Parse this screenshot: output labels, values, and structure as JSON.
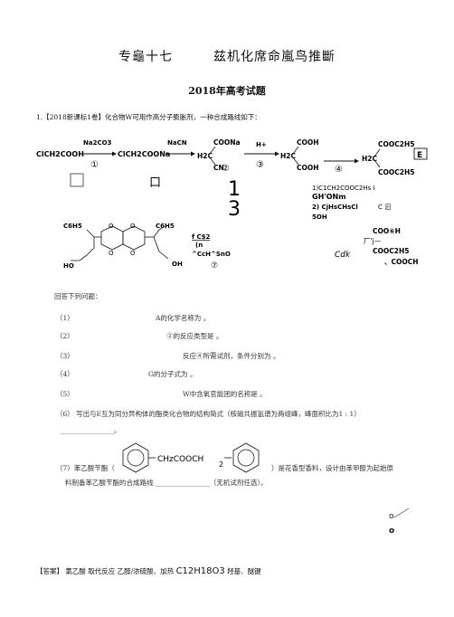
{
  "header": {
    "title": "专龜十七　　　兹机化席命嵐鸟推斷",
    "subtitle": "2018年高考试题"
  },
  "question1": {
    "intro": "1.【2018新课标1卷】化合物W可用作高分子膨胀剂，一种合成路线如下：",
    "scheme": {
      "m1": "ClCH2COOH",
      "r1": "Na2CO3",
      "c1": "①",
      "m2": "ClCH2COONa",
      "r2": "NaCN",
      "m3a": "COONa",
      "m3b": "H2C",
      "m3c": "CN",
      "c2": "②",
      "r3": "H+",
      "c3": "③",
      "m4a": "COOH",
      "m4b": "H2C",
      "m4c": "COOH",
      "c4": "④",
      "m5a": "COOC2H5",
      "m5b": "H2C",
      "m5c": "COOC2H5",
      "e_label": "E",
      "box_glyph": "口",
      "big1": "1",
      "big3": "3",
      "cond1": "1)C1CH2COOC2Hs I",
      "cond2": "GH'ONm",
      "cond3": "2) CjHsCHsCl",
      "cond4": "C 汩",
      "cond5": "5OH",
      "w_c6h5_left": "C6H5",
      "w_c6h5_right": "C6H5",
      "w_o": "O",
      "w_ho": "HO",
      "w_oh": "OH",
      "w_r1": "f C$2",
      "w_r2": "(n",
      "w_r3": "^CcH^SnO",
      "c7": "⑦",
      "g_label1": "COO⑥H",
      "g_label2": "厂'j—",
      "g_label3": "COOC2H5",
      "g_label4": "、COOCH",
      "cdk": "Cdk"
    }
  },
  "answer_prompt": "回答下列问题：",
  "questions": [
    {
      "num": "（1）",
      "text": "A的化学名称为 。"
    },
    {
      "num": "（2）",
      "text": "②的反应类型是 。"
    },
    {
      "num": "（3）",
      "text": "反应④所需试剂，条件分别为 。"
    },
    {
      "num": "（4）",
      "text": "G的分子式为 。"
    },
    {
      "num": "（5）",
      "text": "W中含氧官能团的名称是 。"
    },
    {
      "num": "（6）",
      "text": "写出与E互为同分异构体的酯类化合物的结构简式（核磁共振氢谱为两组峰，峰面积比为1 : 1）"
    }
  ],
  "q6_blank": "________________。",
  "q7": {
    "num": "（7）苯乙酸苄酯（",
    "group": "CHzCOOCH",
    "sub": "2",
    "text_after": "）是花香型香料，设计由苯甲醇为起始原",
    "line2": "料制备苯乙酸苄酯的合成路线 ________________（无机试剂任选）。"
  },
  "margin_marks": {
    "m1": "o",
    "m2": "o"
  },
  "answer": {
    "label": "【答案】",
    "text1": "氯乙酸 取代反应 乙醇/浓硫酸、加热",
    "formula": "C12H18O3",
    "text2": "羟基、醚键"
  }
}
